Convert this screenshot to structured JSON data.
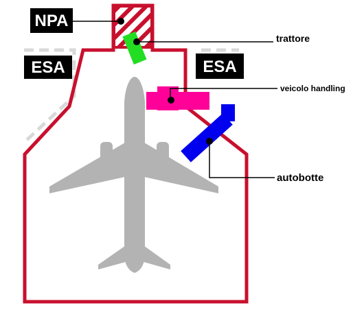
{
  "labels": {
    "npa": "NPA",
    "esa_left": "ESA",
    "esa_right": "ESA",
    "trattore": "trattore",
    "veicolo_handling": "veicolo handling",
    "autobotte": "autobotte"
  },
  "colors": {
    "boundary_red": "#c8102e",
    "label_box": "#000000",
    "esa_dashed_line": "#d9d9d9",
    "aircraft": "#b3b3b3",
    "trattore": "#22dd22",
    "veicolo_handling": "#ff0099",
    "autobotte": "#0000ee",
    "leader_line": "#000000"
  }
}
